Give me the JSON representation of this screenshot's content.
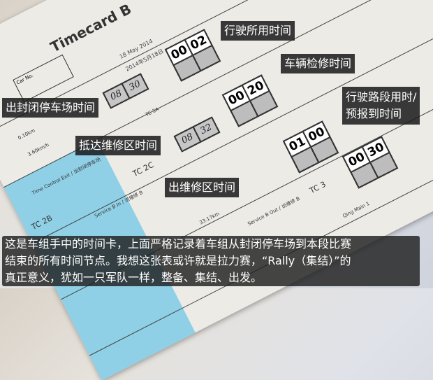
{
  "card": {
    "title": "Timecard B",
    "date_en": "18 May 2014",
    "date_cn": "2014年5月18日",
    "car_no_label": "Car No.",
    "sections": [
      {
        "name": "TC 2A",
        "label": "Time Control Exit / 出封闭停车场",
        "actual_time": [
          "08",
          "30"
        ],
        "target_time": [
          "00",
          "02"
        ]
      },
      {
        "name": "Service B In / 进维修 B",
        "actual_time": [
          "08",
          "32"
        ],
        "target_time": [
          "00",
          "20"
        ]
      },
      {
        "name": "Service B Out / 出维修 B",
        "target_time": [
          "01",
          "00"
        ]
      },
      {
        "name": "Qing Main 1",
        "target_time": [
          "00",
          "30"
        ]
      }
    ],
    "blue_labels": [
      "0.10km",
      "3.60km/h",
      "TC 2B",
      "TC 2C",
      "33.17km",
      "TC 3"
    ],
    "colors": {
      "yellow_strip": "#eee28a",
      "blue_strip": "#8fd0e6"
    }
  },
  "annotations": {
    "driving_time": "行驶所用时间",
    "service_time": "车辆检修时间",
    "stage_time_line1": "行驶路段用时/",
    "stage_time_line2": "预报到时间",
    "exit_parc_ferme": "出封闭停车场时间",
    "arrive_service": "抵达维修区时间",
    "exit_service": "出维修区时间"
  },
  "caption": {
    "line1": "这是车组手中的时间卡，上面严格记录着车组从封闭停车场到本段比赛",
    "line2": "结束的所有时间节点。我想这张表或许就是拉力赛，“Rally（集结）”的",
    "line3": "真正意义，犹如一只军队一样，整备、集结、出发。"
  }
}
